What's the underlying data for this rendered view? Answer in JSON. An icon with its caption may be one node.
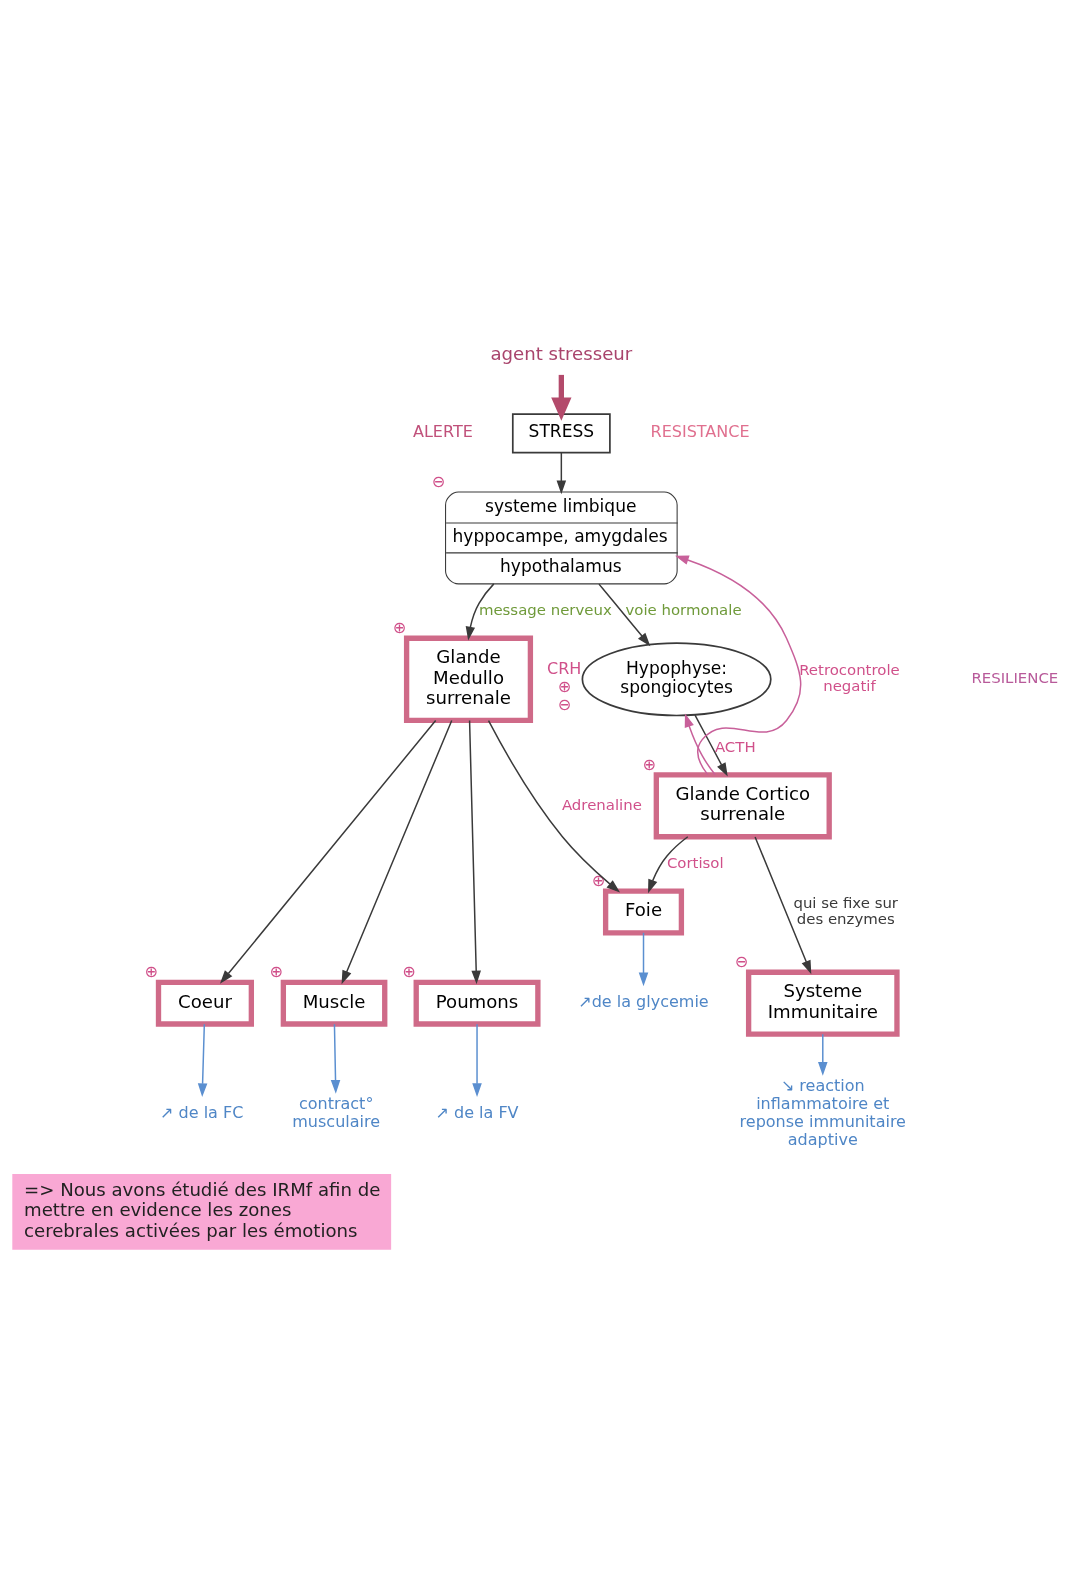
{
  "diagram": {
    "nodes": [
      {
        "text": [
          "agent stresseur"
        ]
      },
      {
        "text": [
          "STRESS"
        ]
      },
      {
        "text": [
          "systeme limbique",
          "hyppocampe, amygdales",
          "hypothalamus"
        ],
        "beside": [
          "⊖"
        ]
      },
      {
        "text": [
          "Glande Medullo surrenale"
        ],
        "beside": [
          "⊕"
        ]
      },
      {
        "text": [
          "Hypophyse: spongiocytes"
        ],
        "beside": [
          "CRH",
          "⊕",
          "⊖"
        ]
      },
      {
        "text": [
          "Glande Cortico surrenale"
        ],
        "beside": [
          "⊕"
        ]
      },
      {
        "text": [
          "Foie"
        ],
        "beside": [
          "⊕"
        ]
      },
      {
        "text": [
          "Coeur"
        ],
        "beside": [
          "⊕"
        ]
      },
      {
        "text": [
          "Muscle"
        ],
        "beside": [
          "⊕"
        ]
      },
      {
        "text": [
          "Poumons"
        ],
        "beside": [
          "⊕"
        ]
      },
      {
        "text": [
          "Systeme Immunitaire"
        ],
        "beside": [
          "⊖"
        ]
      },
      {
        "text": [
          "↗de la glycemie"
        ]
      },
      {
        "text": [
          "↗ de la FC"
        ]
      },
      {
        "text": [
          "contract° musculaire"
        ]
      },
      {
        "text": [
          "↗ de la FV"
        ]
      },
      {
        "text": [
          "↘ reaction inflammatoire et reponse immunitaire adaptive"
        ]
      }
    ],
    "edges": [
      {
        "from": 0,
        "to": 1,
        "arrow": "to",
        "style": "thick",
        "color": "#b34a6b"
      },
      {
        "from": 1,
        "to": 2,
        "arrow": "to"
      },
      {
        "from": 2,
        "to": 3,
        "arrow": "to",
        "label": "message nerveux"
      },
      {
        "from": 2,
        "to": 4,
        "arrow": "to",
        "label": "voie hormonale"
      },
      {
        "from": 4,
        "to": 5,
        "arrow": "to",
        "label": "ACTH"
      },
      {
        "from": 5,
        "to": 2,
        "arrow": "to",
        "label": "Retrocontrole negatif",
        "color": "#c8609a"
      },
      {
        "from": 5,
        "to": 4,
        "arrow": "to",
        "color": "#c8609a"
      },
      {
        "from": 3,
        "to": 6,
        "arrow": "to",
        "label": "Adrenaline"
      },
      {
        "from": 3,
        "to": 7,
        "arrow": "to"
      },
      {
        "from": 3,
        "to": 8,
        "arrow": "to"
      },
      {
        "from": 3,
        "to": 9,
        "arrow": "to"
      },
      {
        "from": 5,
        "to": 6,
        "arrow": "to",
        "label": "Cortisol"
      },
      {
        "from": 5,
        "to": 10,
        "arrow": "to",
        "label": "qui se fixe sur des enzymes"
      },
      {
        "from": 6,
        "to": 11,
        "arrow": "to",
        "color": "#5b8fd0"
      },
      {
        "from": 7,
        "to": 12,
        "arrow": "to",
        "color": "#5b8fd0"
      },
      {
        "from": 8,
        "to": 13,
        "arrow": "to",
        "color": "#5b8fd0"
      },
      {
        "from": 9,
        "to": 14,
        "arrow": "to",
        "color": "#5b8fd0"
      },
      {
        "from": 10,
        "to": 15,
        "arrow": "to",
        "color": "#5b8fd0"
      }
    ],
    "labels": [
      "ALERTE",
      "RESISTANCE",
      "RESILIENCE",
      "=> Nous avons étudié des IRMf afin de mettre en evidence les zones cerebrales activées par les émotions"
    ]
  }
}
